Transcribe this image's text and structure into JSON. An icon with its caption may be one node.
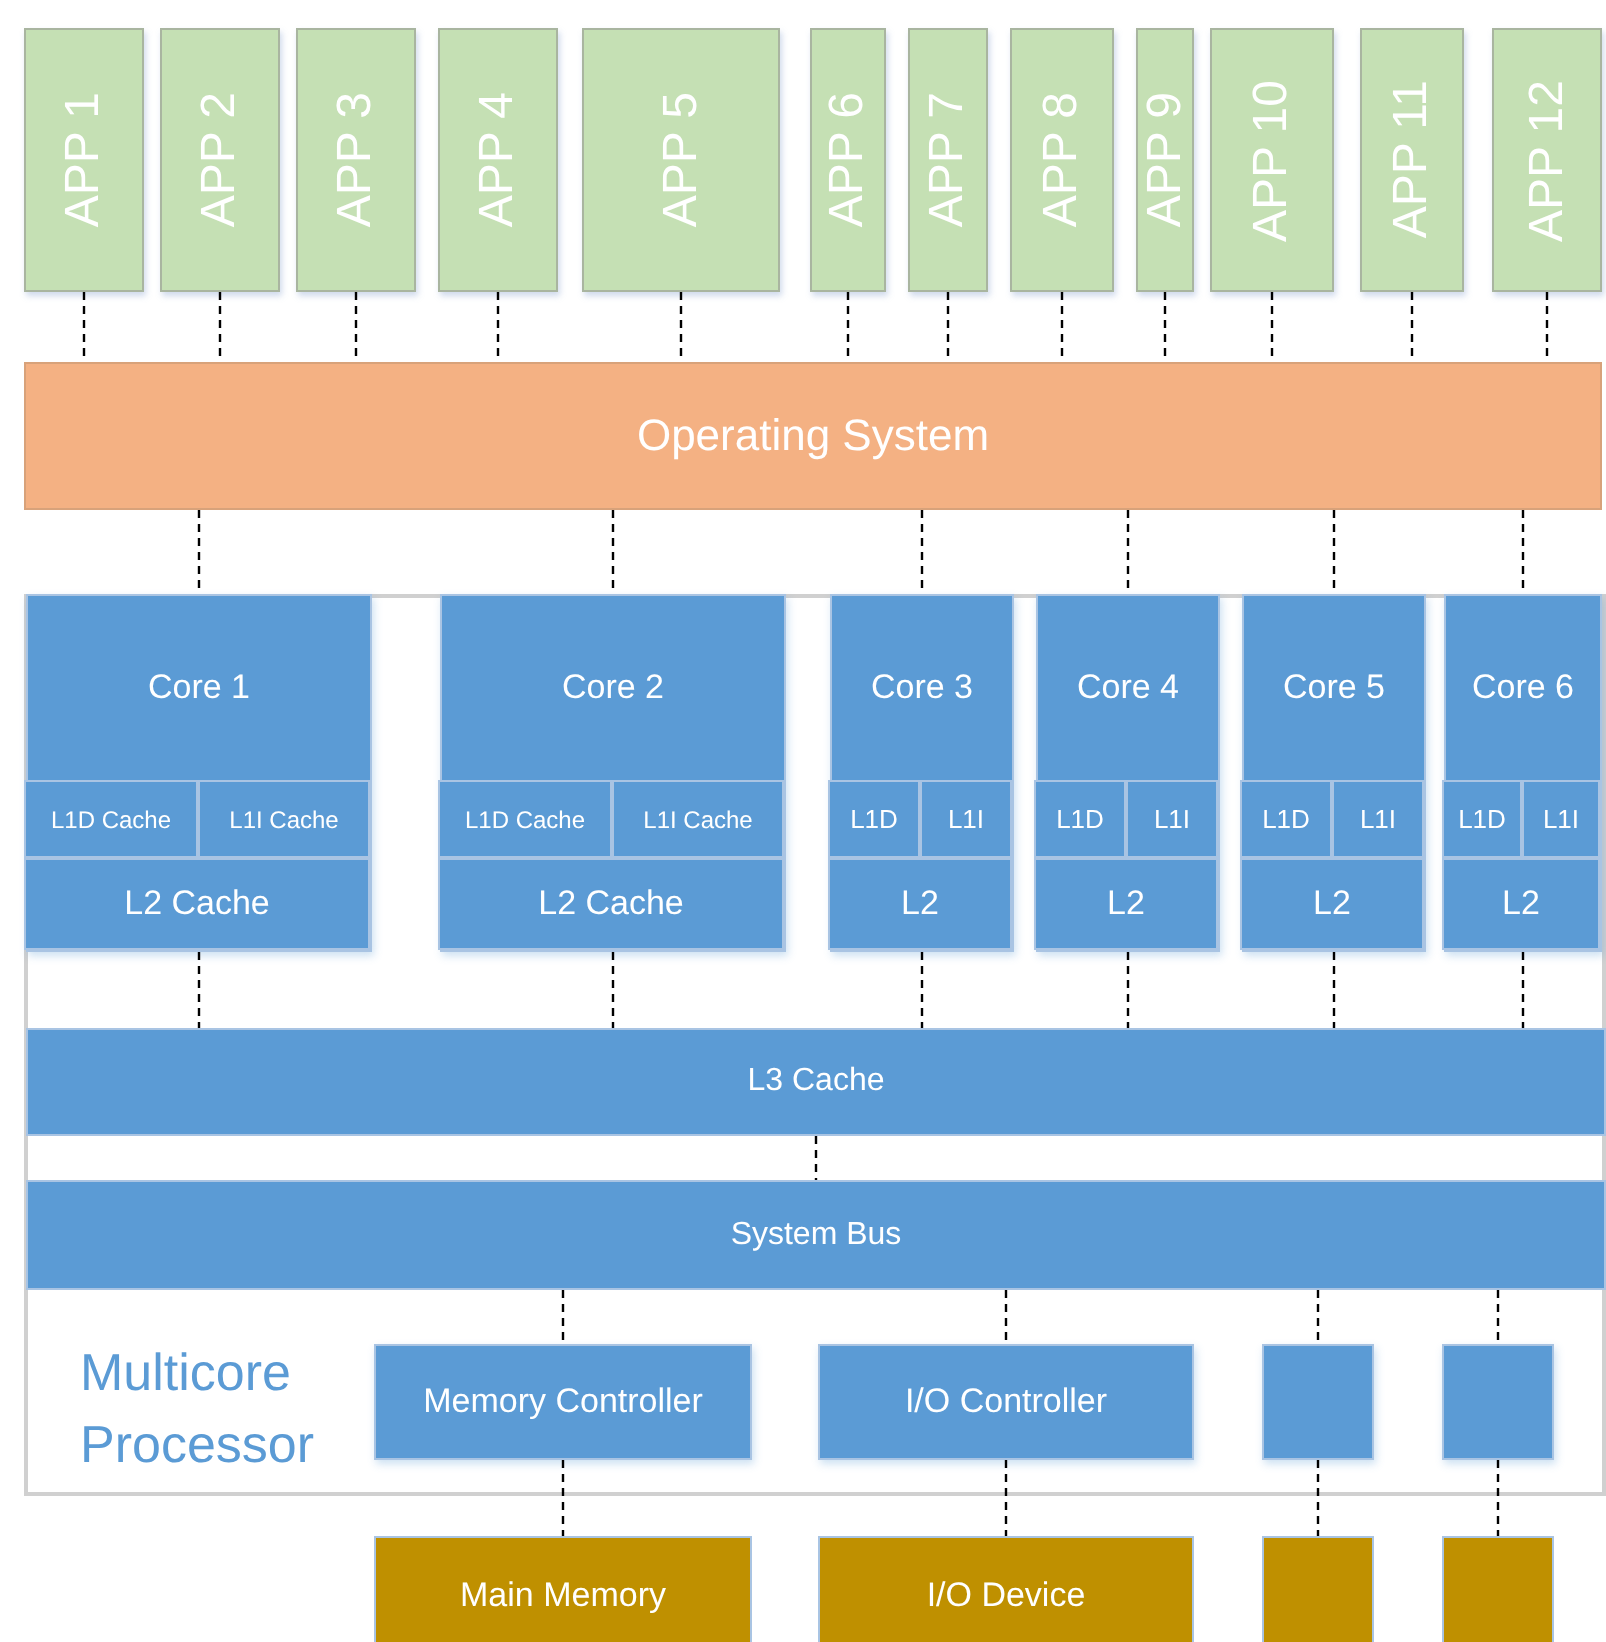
{
  "diagram": {
    "nodes": [
      {
        "text": [
          "APP 1"
        ]
      },
      {
        "text": [
          "APP 2"
        ]
      },
      {
        "text": [
          "APP 3"
        ]
      },
      {
        "text": [
          "APP 4"
        ]
      },
      {
        "text": [
          "APP 5"
        ]
      },
      {
        "text": [
          "APP 6"
        ]
      },
      {
        "text": [
          "APP 7"
        ]
      },
      {
        "text": [
          "APP 8"
        ]
      },
      {
        "text": [
          "APP 9"
        ]
      },
      {
        "text": [
          "APP 10"
        ]
      },
      {
        "text": [
          "APP 11"
        ]
      },
      {
        "text": [
          "APP 12"
        ]
      },
      {
        "text": [
          "Operating System"
        ]
      },
      {
        "text": [
          "Multicore Processor"
        ]
      },
      {
        "text": [
          "Core 1"
        ],
        "in": 13
      },
      {
        "text": [
          "L1D Cache"
        ],
        "in": 14
      },
      {
        "text": [
          "L1I Cache"
        ],
        "in": 14
      },
      {
        "text": [
          "L2 Cache"
        ],
        "in": 14
      },
      {
        "text": [
          "Core 2"
        ],
        "in": 13
      },
      {
        "text": [
          "L1D Cache"
        ],
        "in": 18
      },
      {
        "text": [
          "L1I Cache"
        ],
        "in": 18
      },
      {
        "text": [
          "L2 Cache"
        ],
        "in": 18
      },
      {
        "text": [
          "Core 3"
        ],
        "in": 13
      },
      {
        "text": [
          "L1D"
        ],
        "in": 22
      },
      {
        "text": [
          "L1I"
        ],
        "in": 22
      },
      {
        "text": [
          "L2"
        ],
        "in": 22
      },
      {
        "text": [
          "Core 4"
        ],
        "in": 13
      },
      {
        "text": [
          "L1D"
        ],
        "in": 26
      },
      {
        "text": [
          "L1I"
        ],
        "in": 26
      },
      {
        "text": [
          "L2"
        ],
        "in": 26
      },
      {
        "text": [
          "Core 5"
        ],
        "in": 13
      },
      {
        "text": [
          "L1D"
        ],
        "in": 30
      },
      {
        "text": [
          "L1I"
        ],
        "in": 30
      },
      {
        "text": [
          "L2"
        ],
        "in": 30
      },
      {
        "text": [
          "Core 6"
        ],
        "in": 13
      },
      {
        "text": [
          "L1D"
        ],
        "in": 34
      },
      {
        "text": [
          "L1I"
        ],
        "in": 34
      },
      {
        "text": [
          "L2"
        ],
        "in": 34
      },
      {
        "text": [
          "L3 Cache"
        ],
        "in": 13
      },
      {
        "text": [
          "System Bus"
        ],
        "in": 13
      },
      {
        "text": [
          "Memory Controller"
        ],
        "in": 13
      },
      {
        "text": [
          "I/O Controller"
        ],
        "in": 13
      },
      {
        "text": [],
        "shape": "box",
        "in": 13
      },
      {
        "text": [],
        "shape": "box",
        "in": 13
      },
      {
        "text": [
          "Main Memory"
        ]
      },
      {
        "text": [
          "I/O Device"
        ]
      },
      {
        "text": [],
        "shape": "box"
      },
      {
        "text": [],
        "shape": "box"
      }
    ],
    "edges": [
      {
        "from": 0,
        "to": 12,
        "arrow": "none",
        "style": "dashed"
      },
      {
        "from": 1,
        "to": 12,
        "arrow": "none",
        "style": "dashed"
      },
      {
        "from": 2,
        "to": 12,
        "arrow": "none",
        "style": "dashed"
      },
      {
        "from": 3,
        "to": 12,
        "arrow": "none",
        "style": "dashed"
      },
      {
        "from": 4,
        "to": 12,
        "arrow": "none",
        "style": "dashed"
      },
      {
        "from": 5,
        "to": 12,
        "arrow": "none",
        "style": "dashed"
      },
      {
        "from": 6,
        "to": 12,
        "arrow": "none",
        "style": "dashed"
      },
      {
        "from": 7,
        "to": 12,
        "arrow": "none",
        "style": "dashed"
      },
      {
        "from": 8,
        "to": 12,
        "arrow": "none",
        "style": "dashed"
      },
      {
        "from": 9,
        "to": 12,
        "arrow": "none",
        "style": "dashed"
      },
      {
        "from": 10,
        "to": 12,
        "arrow": "none",
        "style": "dashed"
      },
      {
        "from": 11,
        "to": 12,
        "arrow": "none",
        "style": "dashed"
      },
      {
        "from": 12,
        "to": 14,
        "arrow": "none",
        "style": "dashed"
      },
      {
        "from": 12,
        "to": 18,
        "arrow": "none",
        "style": "dashed"
      },
      {
        "from": 12,
        "to": 22,
        "arrow": "none",
        "style": "dashed"
      },
      {
        "from": 12,
        "to": 26,
        "arrow": "none",
        "style": "dashed"
      },
      {
        "from": 12,
        "to": 30,
        "arrow": "none",
        "style": "dashed"
      },
      {
        "from": 12,
        "to": 34,
        "arrow": "none",
        "style": "dashed"
      },
      {
        "from": 17,
        "to": 38,
        "arrow": "none",
        "style": "dashed"
      },
      {
        "from": 21,
        "to": 38,
        "arrow": "none",
        "style": "dashed"
      },
      {
        "from": 25,
        "to": 38,
        "arrow": "none",
        "style": "dashed"
      },
      {
        "from": 29,
        "to": 38,
        "arrow": "none",
        "style": "dashed"
      },
      {
        "from": 33,
        "to": 38,
        "arrow": "none",
        "style": "dashed"
      },
      {
        "from": 37,
        "to": 38,
        "arrow": "none",
        "style": "dashed"
      },
      {
        "from": 38,
        "to": 39,
        "arrow": "none",
        "style": "dashed"
      },
      {
        "from": 39,
        "to": 40,
        "arrow": "none",
        "style": "dashed"
      },
      {
        "from": 39,
        "to": 41,
        "arrow": "none",
        "style": "dashed"
      },
      {
        "from": 39,
        "to": 42,
        "arrow": "none",
        "style": "dashed"
      },
      {
        "from": 39,
        "to": 43,
        "arrow": "none",
        "style": "dashed"
      },
      {
        "from": 40,
        "to": 44,
        "arrow": "none",
        "style": "dashed"
      },
      {
        "from": 41,
        "to": 45,
        "arrow": "none",
        "style": "dashed"
      },
      {
        "from": 42,
        "to": 46,
        "arrow": "none",
        "style": "dashed"
      },
      {
        "from": 43,
        "to": 47,
        "arrow": "none",
        "style": "dashed"
      }
    ]
  }
}
